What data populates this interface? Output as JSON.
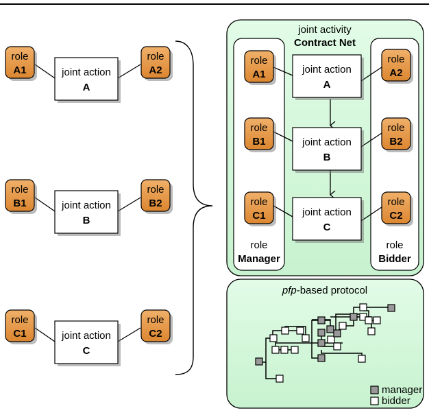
{
  "left_groups": [
    {
      "role_left": {
        "word": "role",
        "id": "A1"
      },
      "action": {
        "line1": "joint action",
        "line2": "A"
      },
      "role_right": {
        "word": "role",
        "id": "A2"
      }
    },
    {
      "role_left": {
        "word": "role",
        "id": "B1"
      },
      "action": {
        "line1": "joint action",
        "line2": "B"
      },
      "role_right": {
        "word": "role",
        "id": "B2"
      }
    },
    {
      "role_left": {
        "word": "role",
        "id": "C1"
      },
      "action": {
        "line1": "joint action",
        "line2": "C"
      },
      "role_right": {
        "word": "role",
        "id": "C2"
      }
    }
  ],
  "joint_activity": {
    "title": "joint activity",
    "name": "Contract Net",
    "manager_lane": {
      "word": "role",
      "name": "Manager",
      "roles": [
        "A1",
        "B1",
        "C1"
      ]
    },
    "bidder_lane": {
      "word": "role",
      "name": "Bidder",
      "roles": [
        "A2",
        "B2",
        "C2"
      ]
    },
    "role_word": "role",
    "actions": [
      {
        "line1": "joint action",
        "line2": "A"
      },
      {
        "line1": "joint action",
        "line2": "B"
      },
      {
        "line1": "joint action",
        "line2": "C"
      }
    ]
  },
  "protocol": {
    "title_italic": "pfp",
    "title_rest": "-based protocol",
    "legend": [
      {
        "label": "manager",
        "color": "#999999"
      },
      {
        "label": "bidder",
        "color": "#ffffff"
      }
    ]
  },
  "colors": {
    "role_fill": "#e8953a",
    "panel_fill": "#d9fadf",
    "manager_node": "#999999",
    "bidder_node": "#ffffff"
  }
}
